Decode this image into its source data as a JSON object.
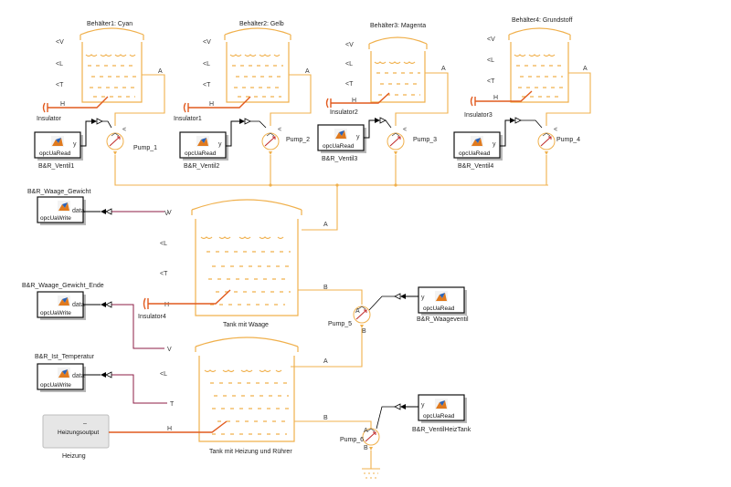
{
  "colors": {
    "pipe": "#f0b04c",
    "signal": "#8d1d46",
    "heat": "#e15a1e"
  },
  "tanks": [
    {
      "title": "Behälter1: Cyan"
    },
    {
      "title": "Behälter2: Gelb"
    },
    {
      "title": "Behälter3: Magenta"
    },
    {
      "title": "Behälter4: Grundstoff"
    },
    {
      "title": "Tank mit Waage"
    },
    {
      "title": "Tank mit Heizung und Rührer"
    }
  ],
  "ports": {
    "v": "<V",
    "l": "<L",
    "t": "<T",
    "h": "H",
    "a": "A",
    "b": "B",
    "v_in": "V",
    "t_in": "T",
    "c": "<",
    "y": "y",
    "data": "data"
  },
  "insulators": [
    "Insulator",
    "Insulator1",
    "Insulator2",
    "Insulator3",
    "Insulator4"
  ],
  "pumps": [
    "Pump_1",
    "Pump_2",
    "Pump_3",
    "Pump_4",
    "Pump_5",
    "Pump_6"
  ],
  "blocks": {
    "read_label": "opcUaRead",
    "write_label": "opcUaWrite",
    "ventil1": "B&R_Ventil1",
    "ventil2": "B&R_Ventil2",
    "ventil3": "B&R_Ventil3",
    "ventil4": "B&R_Ventil4",
    "waageventil": "B&R_Waageventil",
    "ventil_heiz": "B&R_VentilHeizTank",
    "waage_gewicht": "B&R_Waage_Gewicht",
    "waage_gewicht_ende": "B&R_Waage_Gewicht_Ende",
    "ist_temperatur": "B&R_Ist_Temperatur",
    "heizung_port": "Heizungsoutput",
    "heizung_label": "Heizung"
  }
}
